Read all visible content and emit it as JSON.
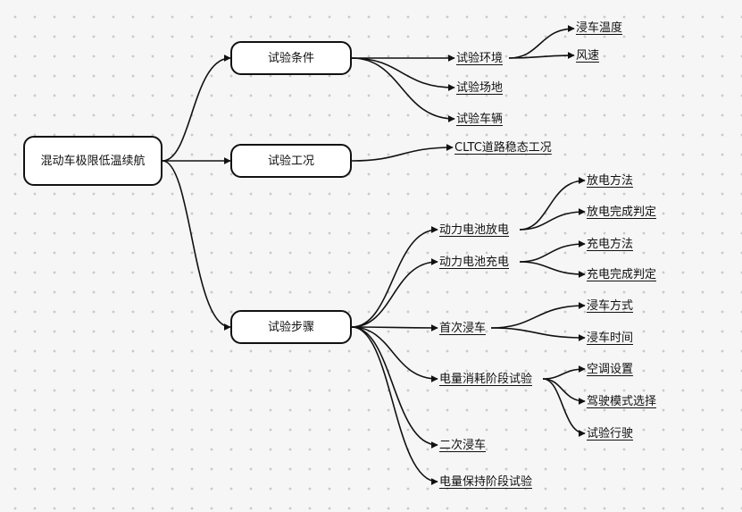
{
  "mindmap": {
    "root": "混动车极限低温续航",
    "branches": {
      "conditions": {
        "label": "试验条件",
        "environment": "试验环境",
        "site": "试验场地",
        "vehicle": "试验车辆",
        "soak_temp": "浸车温度",
        "wind_speed": "风速"
      },
      "operating": {
        "label": "试验工况",
        "cltc": "CLTC道路稳态工况"
      },
      "steps": {
        "label": "试验步骤",
        "discharge": "动力电池放电",
        "discharge_method": "放电方法",
        "discharge_done": "放电完成判定",
        "charge": "动力电池充电",
        "charge_method": "充电方法",
        "charge_done": "充电完成判定",
        "first_soak": "首次浸车",
        "soak_method": "浸车方式",
        "soak_time": "浸车时间",
        "depletion": "电量消耗阶段试验",
        "ac_setting": "空调设置",
        "drive_mode": "驾驶模式选择",
        "test_driving": "试验行驶",
        "second_soak": "二次浸车",
        "sustain": "电量保持阶段试验"
      }
    }
  }
}
